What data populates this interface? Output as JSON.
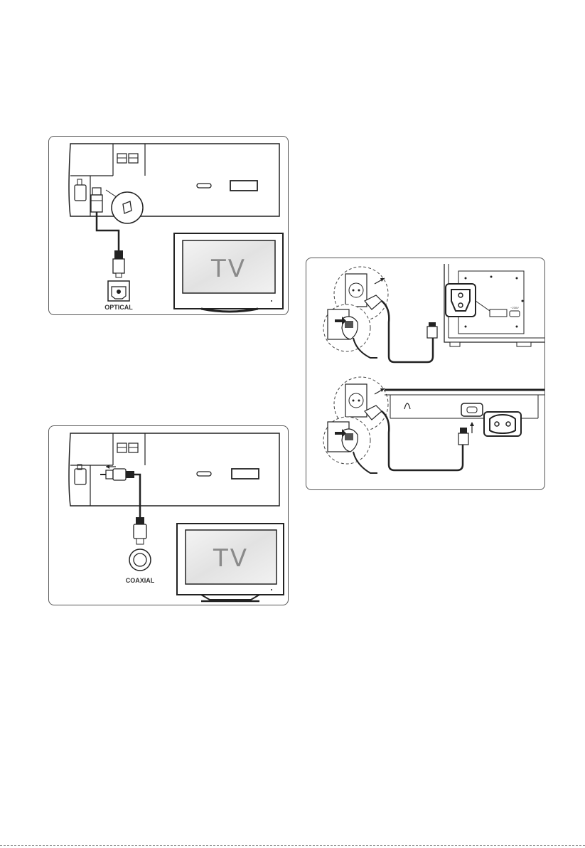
{
  "optical_diagram": {
    "tv_text": "TV",
    "port_label": "OPTICAL"
  },
  "coaxial_diagram": {
    "tv_text": "TV",
    "port_label": "COAXIAL"
  },
  "power_diagram": {
    "subwoofer_port_text": "~230V"
  },
  "colors": {
    "line": "#222222",
    "panel_border": "#555555",
    "tv_text": "#8a8a8a"
  }
}
